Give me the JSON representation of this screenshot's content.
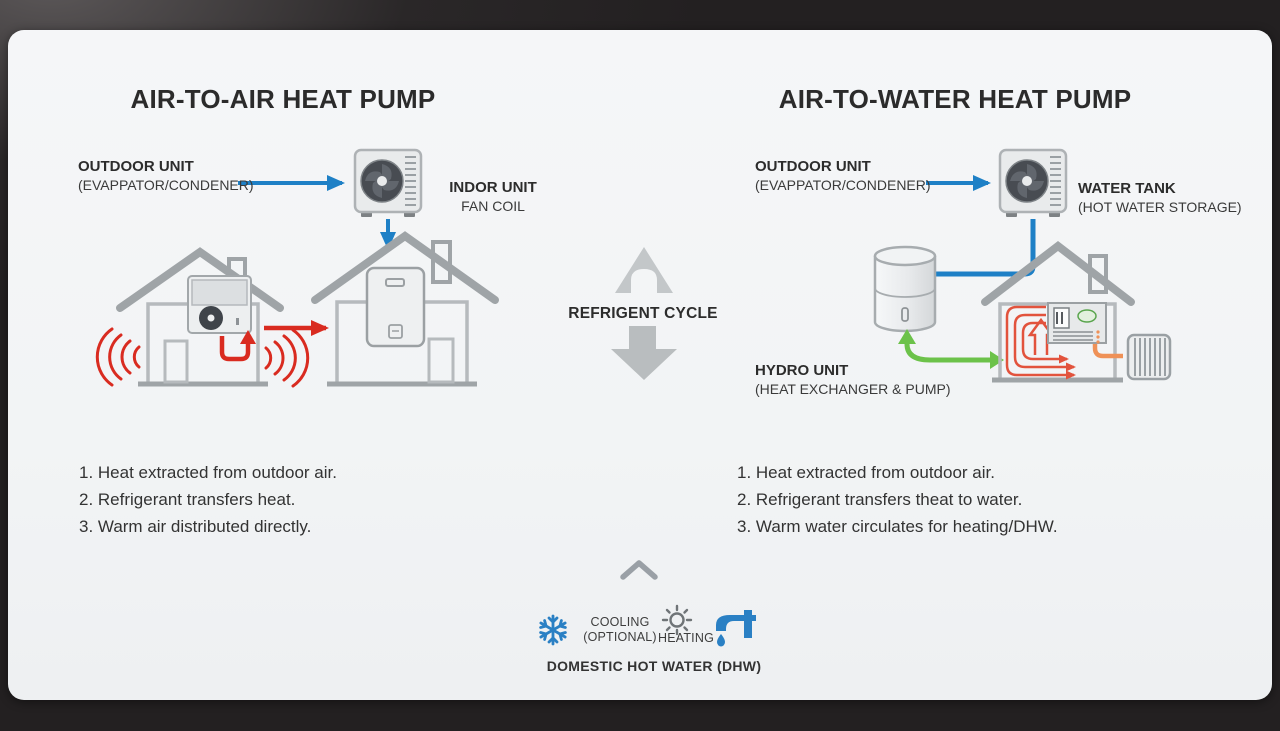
{
  "left_panel": {
    "title": "AIR-TO-AIR HEAT PUMP",
    "outdoor_unit": {
      "label": "OUTDOOR UNIT",
      "sublabel": "(EVAPPATOR/CONDENER)"
    },
    "indoor_unit": {
      "label": "INDOR UNIT",
      "sublabel": "FAN COIL"
    },
    "steps": [
      "1. Heat extracted from outdoor air.",
      "2. Refrigerant transfers heat.",
      "3. Warm air distributed directly."
    ]
  },
  "center": {
    "cycle_label": "REFRIGENT CYCLE"
  },
  "right_panel": {
    "title": "AIR-TO-WATER HEAT PUMP",
    "outdoor_unit": {
      "label": "OUTDOOR UNIT",
      "sublabel": "(EVAPPATOR/CONDENER)"
    },
    "water_tank": {
      "label": "WATER TANK",
      "sublabel": "(HOT WATER STORAGE)"
    },
    "hydro_unit": {
      "label": "HYDRO UNIT",
      "sublabel": "(HEAT EXCHANGER & PUMP)"
    },
    "steps": [
      "1. Heat extracted from outdoor air.",
      "2. Refrigerant transfers theat to water.",
      "3. Warm water circulates for heating/DHW."
    ]
  },
  "legend": {
    "cooling": {
      "label": "COOLING",
      "sublabel": "(OPTIONAL)",
      "icon": "snowflake-icon"
    },
    "heating": {
      "label": "HEATING",
      "icon": "sun-icon"
    },
    "dhw": {
      "label": "DOMESTIC HOT WATER (DHW)",
      "icon": "faucet-icon"
    }
  },
  "colors": {
    "refrigerant_blue": "#1e80c6",
    "heat_red": "#d92b20",
    "loop_red": "#e2533d",
    "water_green": "#6cc24a",
    "hot_water_orange": "#ef9157",
    "structure_gray": "#9fa4a7",
    "arrow_gray": "#bcc0c2",
    "panel_bg": "#f3f5f6",
    "frame_bg": "#242122"
  }
}
